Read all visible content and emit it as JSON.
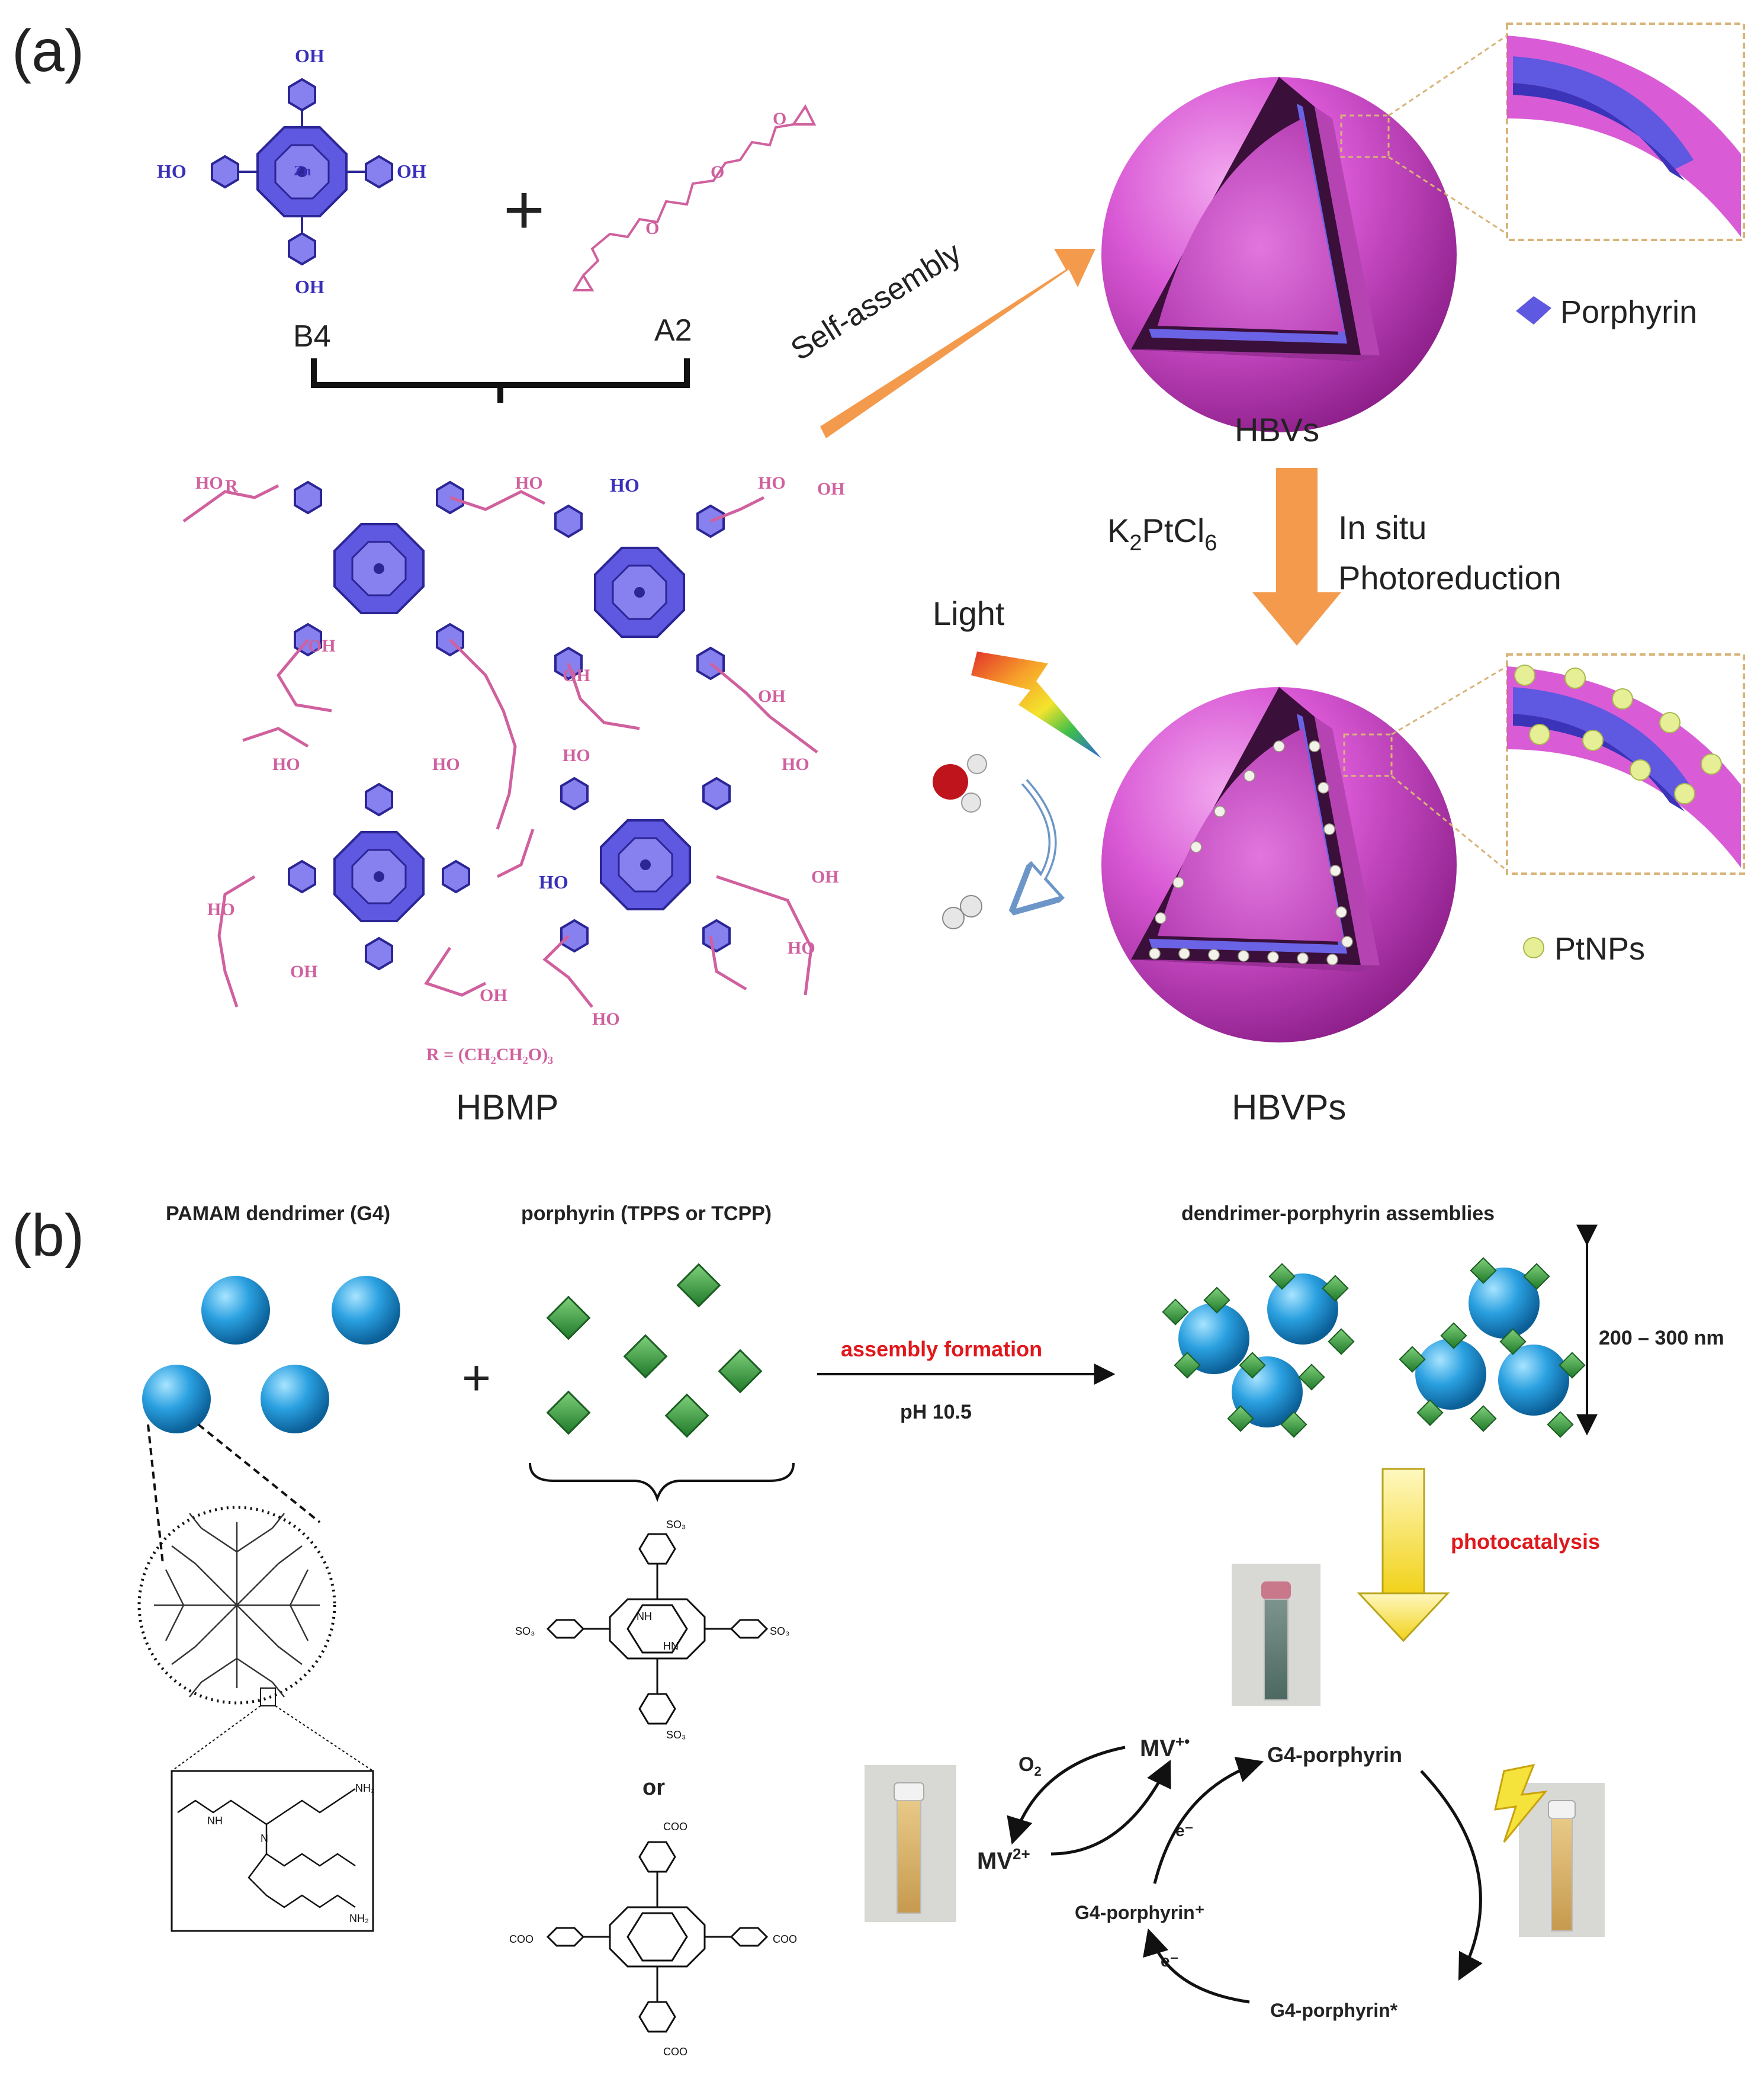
{
  "panel_a": {
    "label": "(a)",
    "monomer_b4": "B4",
    "monomer_a2": "A2",
    "plus": "+",
    "self_assembly": "Self-assembly",
    "hbvs": "HBVs",
    "porphyrin_legend": "Porphyrin",
    "reagent": "K",
    "reagent_sub": "2",
    "reagent_rest": "PtCl",
    "reagent_sub2": "6",
    "process_line1": "In situ",
    "process_line2": "Photoreduction",
    "light": "Light",
    "hbvps": "HBVPs",
    "ptnps_legend": "PtNPs",
    "hbmp": "HBMP",
    "r_definition": "R = (CH₂CH₂O)₃",
    "oh": "OH",
    "ho": "HO",
    "o": "O",
    "r": "R",
    "zn": "Zn"
  },
  "panel_b": {
    "label": "(b)",
    "dendrimer_title": "PAMAM dendrimer (G4)",
    "porphyrin_title": "porphyrin (TPPS or TCPP)",
    "plus": "+",
    "assembly_formation": "assembly formation",
    "ph": "pH 10.5",
    "assemblies_title": "dendrimer-porphyrin assemblies",
    "size_range": "200 – 300 nm",
    "photocatalysis": "photocatalysis",
    "or": "or",
    "o2": "O",
    "o2_sub": "2",
    "mv_radical": "MV",
    "mv_radical_sup": "+•",
    "mv_2plus": "MV",
    "mv_2plus_sup": "2+",
    "g4_porphyrin": "G4-porphyrin",
    "g4_porphyrin_plus": "G4-porphyrin⁺",
    "g4_porphyrin_star": "G4-porphyrin*",
    "e_minus": "e⁻",
    "nh": "NH",
    "hn": "HN",
    "n": "N",
    "so3": "SO₃",
    "coo": "COO",
    "nh2": "NH₂"
  },
  "colors": {
    "porphyrin_blue": "#5f58e0",
    "sphere_magenta": "#d24fd0",
    "arrow_orange": "#f39a4d",
    "chem_pink": "#d0609e",
    "bead_blue": "#2aa0e0",
    "diamond_green": "#2e9c3a",
    "arrow_yellow": "#f5e23a",
    "highlight_red": "#e0181c"
  }
}
